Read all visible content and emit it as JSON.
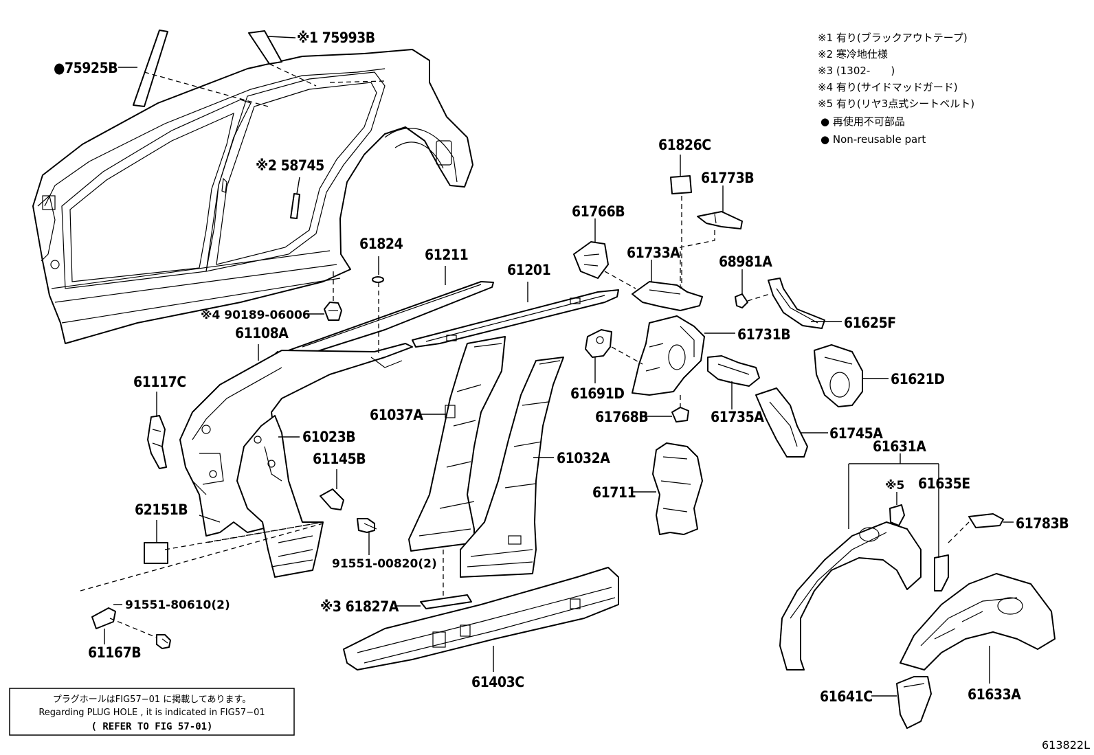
{
  "labels": {
    "p75993B": "※1 75993B",
    "p75925B": "●75925B",
    "p58745": "※2 58745",
    "p90189": "※4 90189-06006",
    "p61824": "61824",
    "p61211": "61211",
    "p61201": "61201",
    "p61108A": "61108A",
    "p61117C": "61117C",
    "p61023B": "61023B",
    "p61037A": "61037A",
    "p61032A": "61032A",
    "p61145B": "61145B",
    "p62151B": "62151B",
    "p91551_00820": "91551-00820(2)",
    "p91551_80610": "91551-80610(2)",
    "p61167B": "61167B",
    "p61827A": "※3 61827A",
    "p61403C": "61403C",
    "p61826C": "61826C",
    "p61773B": "61773B",
    "p61766B": "61766B",
    "p61733A": "61733A",
    "p68981A": "68981A",
    "p61625F": "61625F",
    "p61731B": "61731B",
    "p61691D": "61691D",
    "p61768B": "61768B",
    "p61735A": "61735A",
    "p61621D": "61621D",
    "p61745A": "61745A",
    "p61711": "61711",
    "p61631A": "61631A",
    "p_note5": "※5",
    "p61635E": "61635E",
    "p61783B": "61783B",
    "p61641C": "61641C",
    "p61633A": "61633A"
  },
  "legend": [
    "※1 有り(ブラックアウトテープ)",
    "※2 寒冷地仕様",
    "※3 (1302-　　)",
    "※4 有り(サイドマッドガード)",
    "※5 有り(リヤ3点式シートベルト)",
    "● 再使用不可部品",
    "● Non-reusable part"
  ],
  "note": {
    "line1": "プラグホールはFIG57−01 に掲載してあります。",
    "line2": "Regarding PLUG HOLE , it is indicated in FIG57−01",
    "line3": "( REFER TO FIG 57-01)"
  },
  "figure_id": "613822L"
}
